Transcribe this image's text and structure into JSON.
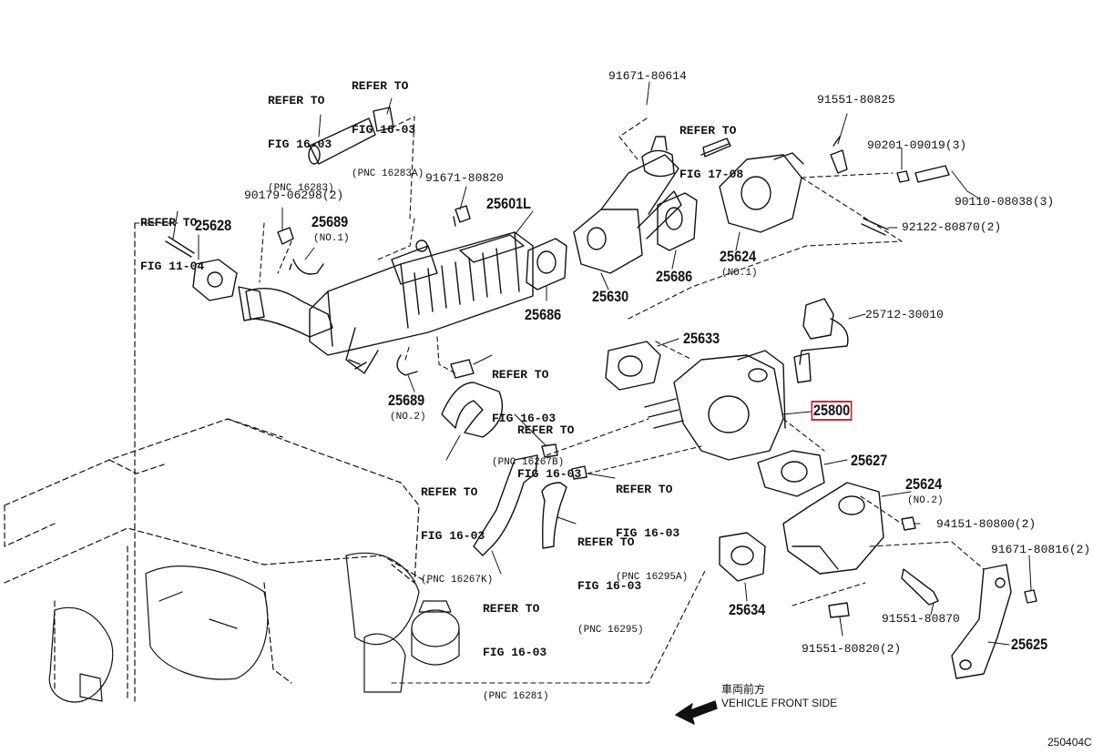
{
  "parts": {
    "p25601L": "25601L",
    "p25628": "25628",
    "p25689a": "25689",
    "p25689a_note": "(NO.1)",
    "p25689b": "25689",
    "p25689b_note": "(NO.2)",
    "p25686a": "25686",
    "p25686b": "25686",
    "p25630": "25630",
    "p25624a": "25624",
    "p25624a_note": "(NO.1)",
    "p25624b": "25624",
    "p25624b_note": "(NO.2)",
    "p25633": "25633",
    "p25800": "25800",
    "p25627": "25627",
    "p25634": "25634",
    "p25625": "25625",
    "b91671_80614": "91671-80614",
    "b91551_80825": "91551-80825",
    "b90201_09019": "90201-09019(3)",
    "b90110_08038": "90110-08038(3)",
    "b92122_80870": "92122-80870(2)",
    "b91671_80820": "91671-80820",
    "b90179_06298": "90179-06298(2)",
    "b25712_30010": "25712-30010",
    "b94151_80800": "94151-80800(2)",
    "b91671_80816": "91671-80816(2)",
    "b91551_80870": "91551-80870",
    "b91551_80820": "91551-80820(2)"
  },
  "refs": {
    "r1": {
      "l1": "REFER TO",
      "l2": "FIG 16-03",
      "l3": "(PNC 16283)"
    },
    "r2": {
      "l1": "REFER TO",
      "l2": "FIG 16-03",
      "l3": "(PNC 16283A)"
    },
    "r3": {
      "l1": "REFER TO",
      "l2": "FIG 11-04"
    },
    "r4": {
      "l1": "REFER TO",
      "l2": "FIG 17-08"
    },
    "r5": {
      "l1": "REFER TO",
      "l2": "FIG 16-03",
      "l3": "(PNC 16267B)"
    },
    "r6": {
      "l1": "REFER TO",
      "l2": "FIG 16-03"
    },
    "r7": {
      "l1": "REFER TO",
      "l2": "FIG 16-03",
      "l3": "(PNC 16267K)"
    },
    "r8": {
      "l1": "REFER TO",
      "l2": "FIG 16-03",
      "l3": "(PNC 16295A)"
    },
    "r9": {
      "l1": "REFER TO",
      "l2": "FIG 16-03",
      "l3": "(PNC 16295)"
    },
    "r10": {
      "l1": "REFER TO",
      "l2": "FIG 16-03",
      "l3": "(PNC 16281)"
    }
  },
  "front": {
    "jp": "車両前方",
    "en": "VEHICLE FRONT SIDE"
  },
  "figure_id": "250404C",
  "colors": {
    "line": "#111111",
    "highlight": "#e0202a",
    "background": "#ffffff"
  },
  "icons": {
    "direction": "front-arrow-icon"
  }
}
